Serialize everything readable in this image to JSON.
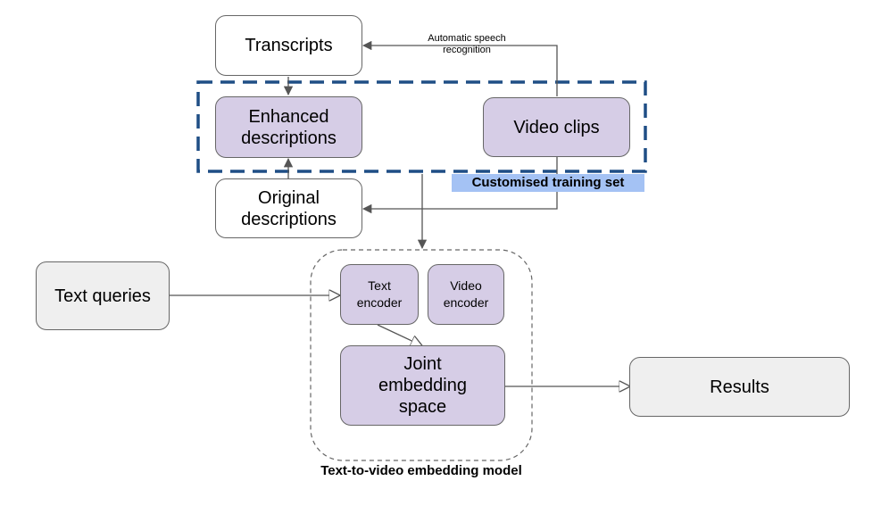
{
  "nodes": {
    "transcripts": "Transcripts",
    "enhanced_descriptions": "Enhanced descriptions",
    "video_clips": "Video clips",
    "original_descriptions": "Original descriptions",
    "text_queries": "Text queries",
    "text_encoder": "Text encoder",
    "video_encoder": "Video encoder",
    "joint_embedding_space": "Joint embedding space",
    "results": "Results"
  },
  "edge_labels": {
    "asr": "Automatic speech recognition"
  },
  "group_labels": {
    "training_set": "Customised training set",
    "model": "Text-to-video embedding model"
  },
  "colors": {
    "node_border": "#666666",
    "purple_node": "#d6cde6",
    "grey_node": "#efefef",
    "training_set_border": "#1f4e85",
    "training_set_label_bg": "#a4c2f4",
    "edge": "#555555"
  }
}
